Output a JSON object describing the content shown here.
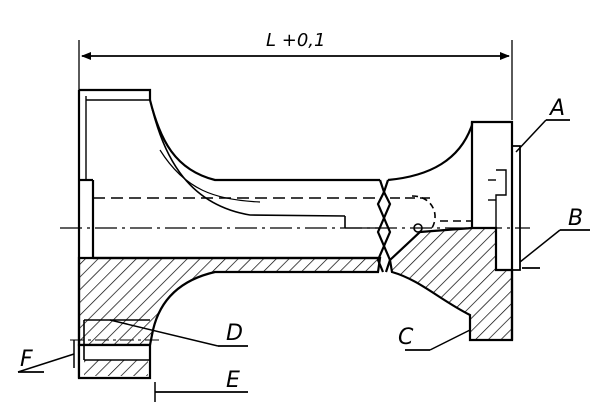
{
  "drawing": {
    "dimension_text": "L +0,1",
    "labels": {
      "a": "A",
      "b": "B",
      "c": "C",
      "d": "D",
      "e": "E",
      "f": "F"
    }
  }
}
